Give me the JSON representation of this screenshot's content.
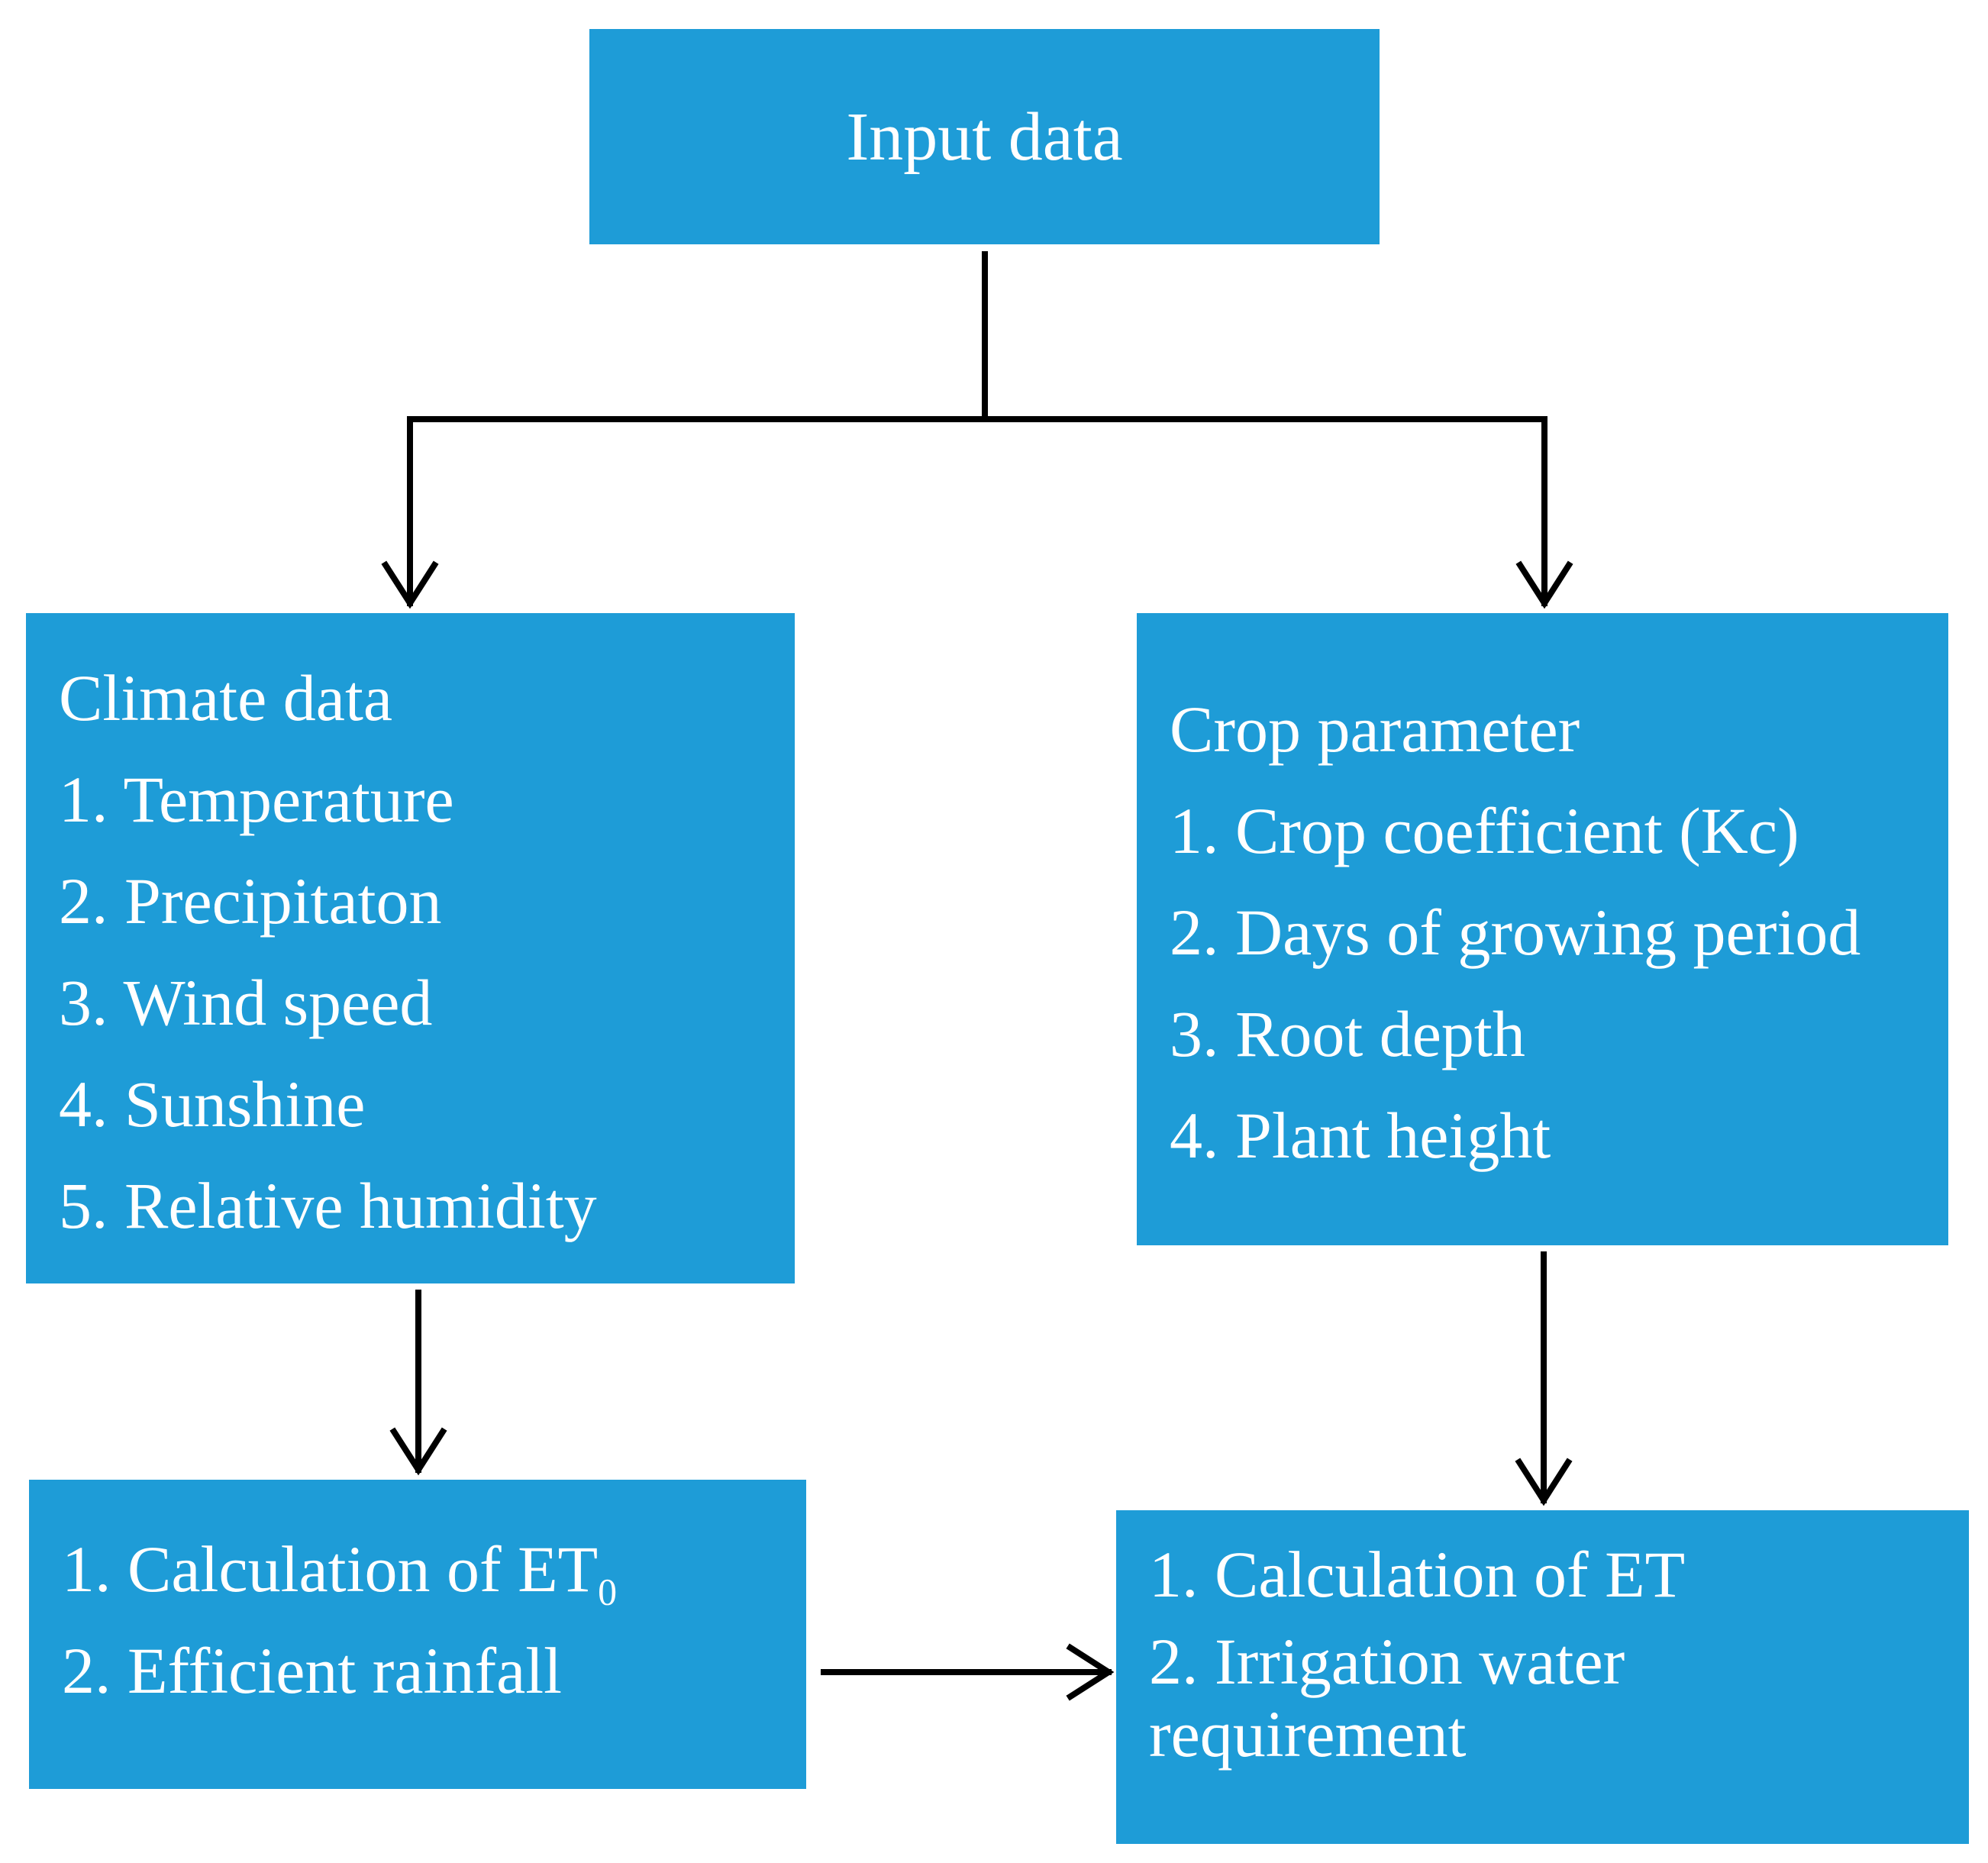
{
  "input": {
    "title": "Input data"
  },
  "climate": {
    "title": "Climate data",
    "items": [
      "1. Temperature",
      "2. Precipitaton",
      "3. Wind speed",
      "4. Sunshine",
      "5. Relative humidity"
    ]
  },
  "crop": {
    "title": "Crop parameter",
    "items": [
      "1. Crop coefficient (Kc)",
      "2. Days of growing period",
      "3. Root depth",
      "4. Plant height"
    ]
  },
  "et0_box": {
    "item1_text": "1. Calculation of ET",
    "item1_sub": "0",
    "item2": "2. Efficient rainfall"
  },
  "et_box": {
    "item1": "1. Calculation of ET",
    "item2_line1": "2. Irrigation water",
    "item2_line2": "requirement"
  },
  "colors": {
    "box_fill": "#1e9cd7",
    "text": "#ffffff",
    "connector": "#000000"
  }
}
